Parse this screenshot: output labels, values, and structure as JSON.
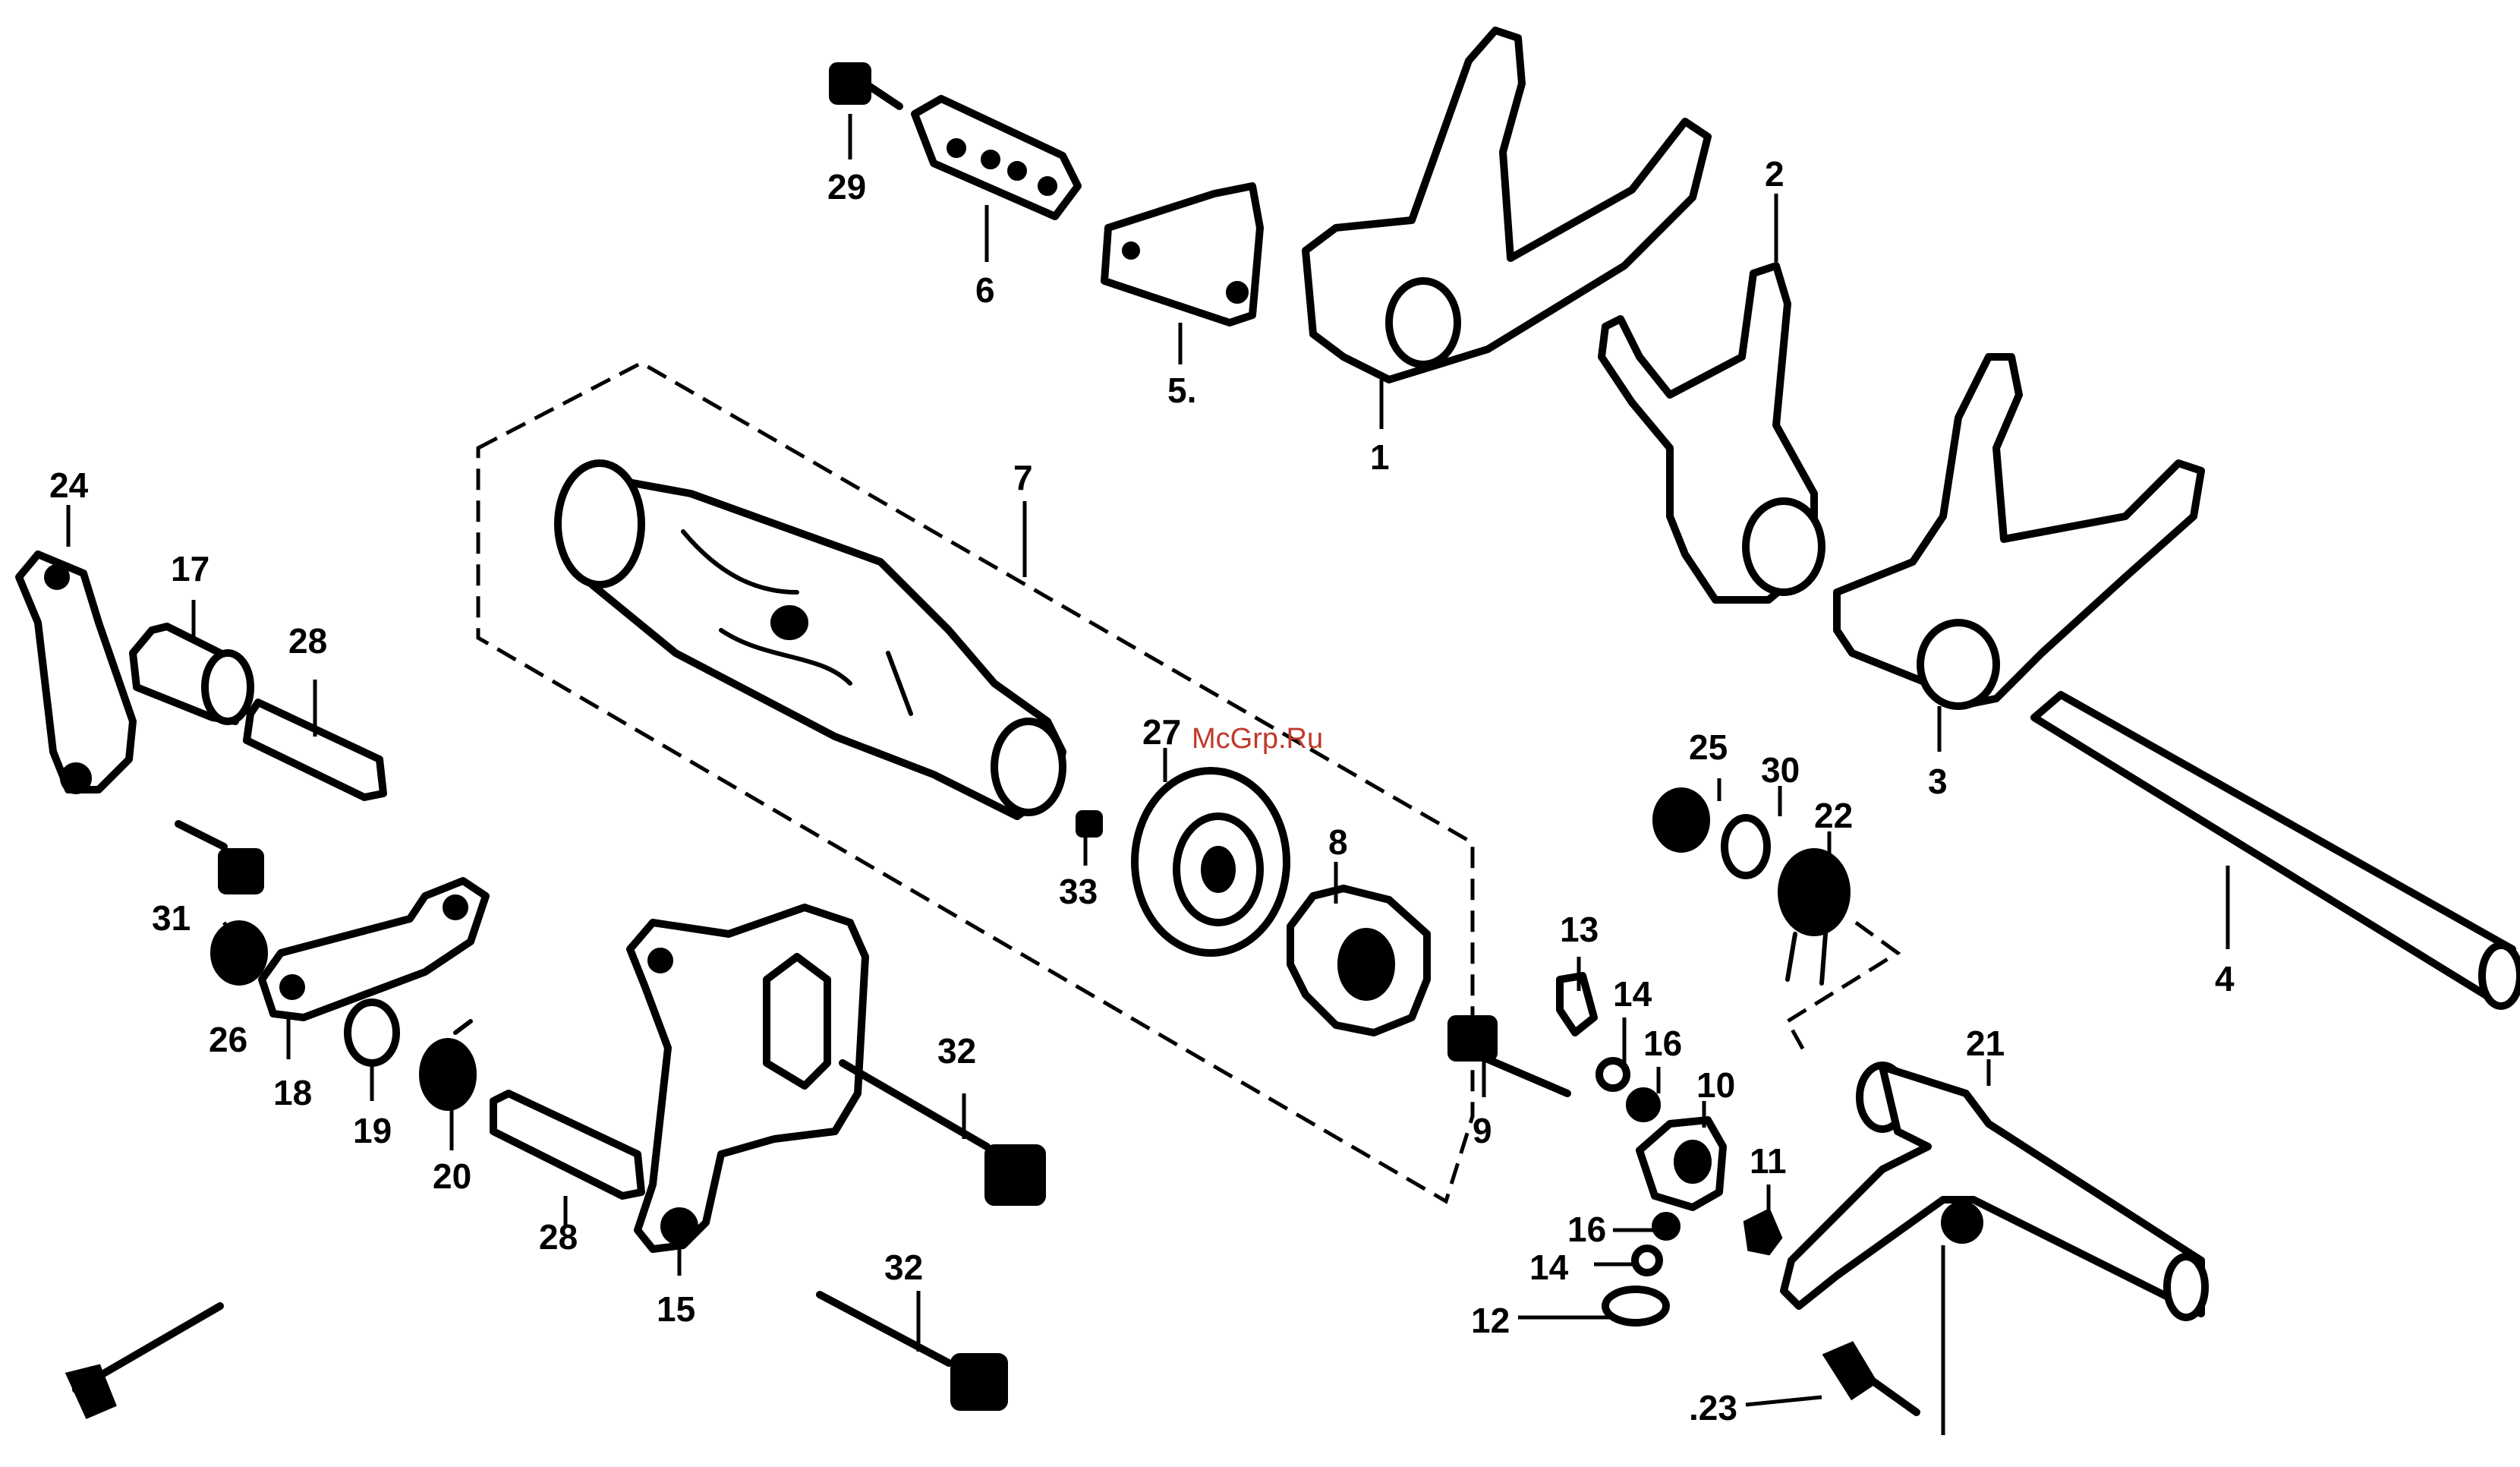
{
  "watermark": "McGrp.Ru",
  "colors": {
    "ink": "#000000",
    "paper": "#ffffff",
    "watermark": "#c0392b"
  },
  "callouts": {
    "c1": "1",
    "c2": "2",
    "c3": "3",
    "c4": "4",
    "c5": "5.",
    "c6": "6",
    "c7": "7",
    "c8": "8",
    "c9": "9",
    "c10": "10",
    "c11": "11",
    "c12": "12",
    "c13": "13",
    "c14a": "14",
    "c14b": "14",
    "c15": "15",
    "c16a": "16",
    "c16b": "16",
    "c17": "17",
    "c18": "18",
    "c19": "19",
    "c20": "20",
    "c21": "21",
    "c22": "22",
    "c23": ".23",
    "c24": "24",
    "c25": "25",
    "c26": "26",
    "c27": "27",
    "c28a": "28",
    "c28b": "28",
    "c29": "29",
    "c30": "30",
    "c31": "31",
    "c32a": "32",
    "c32b": "32",
    "c33": "33"
  }
}
